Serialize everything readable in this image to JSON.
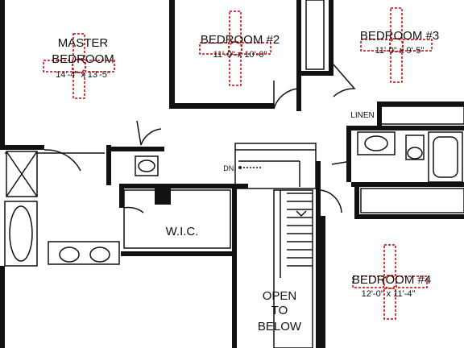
{
  "rooms": {
    "master_bedroom": {
      "line1": "MASTER",
      "line2": "BEDROOM",
      "dims": "14'-4\" x 13'-5\""
    },
    "bedroom2": {
      "name": "BEDROOM #2",
      "dims": "11'-0\" x 10'-0\""
    },
    "bedroom3": {
      "name": "BEDROOM #3",
      "dims": "11'-0\" x 9'-5\""
    },
    "bedroom4": {
      "name": "BEDROOM #4",
      "dims": "12'-0\" x 11'-4\""
    },
    "wic": "W.I.C.",
    "linen": "LINEN",
    "stair_note": "DN.",
    "open": {
      "line1": "OPEN",
      "line2": "TO",
      "line3": "BELOW"
    }
  },
  "colors": {
    "wall": "#111111",
    "fan_marker": "#cc0000",
    "background": "#ffffff"
  },
  "icons": [
    "ceiling-fan-icon",
    "door-swing-icon",
    "shower-icon",
    "bathtub-icon",
    "toilet-icon",
    "sink-icon"
  ]
}
